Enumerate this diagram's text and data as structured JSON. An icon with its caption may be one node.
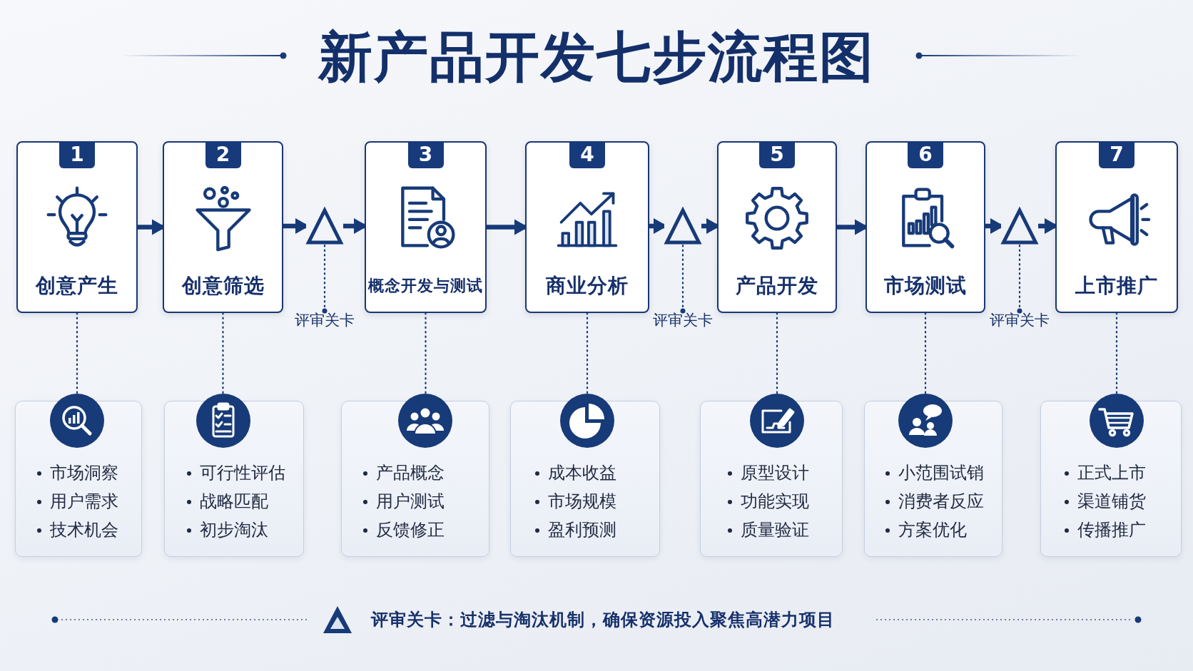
{
  "diagram": {
    "title": "新产品开发七步流程图",
    "nodes": [
      {
        "text": [
          "1",
          "创意产生"
        ]
      },
      {
        "text": [
          "2",
          "创意筛选"
        ]
      },
      {
        "text": [],
        "shape": "triangle"
      },
      {
        "text": [
          "评审关卡"
        ]
      },
      {
        "text": [
          "3",
          "概念开发与测试"
        ]
      },
      {
        "text": [
          "4",
          "商业分析"
        ]
      },
      {
        "text": [],
        "shape": "triangle"
      },
      {
        "text": [
          "评审关卡"
        ]
      },
      {
        "text": [
          "5",
          "产品开发"
        ]
      },
      {
        "text": [
          "6",
          "市场测试"
        ]
      },
      {
        "text": [],
        "shape": "triangle"
      },
      {
        "text": [
          "评审关卡"
        ]
      },
      {
        "text": [
          "7",
          "上市推广"
        ]
      },
      {
        "text": [
          "市场洞察",
          "用户需求",
          "技术机会"
        ]
      },
      {
        "text": [
          "可行性评估",
          "战略匹配",
          "初步淘汰"
        ]
      },
      {
        "text": [
          "产品概念",
          "用户测试",
          "反馈修正"
        ]
      },
      {
        "text": [
          "成本收益",
          "市场规模",
          "盈利预测"
        ]
      },
      {
        "text": [
          "原型设计",
          "功能实现",
          "质量验证"
        ]
      },
      {
        "text": [
          "小范围试销",
          "消费者反应",
          "方案优化"
        ]
      },
      {
        "text": [
          "正式上市",
          "渠道铺货",
          "传播推广"
        ]
      }
    ],
    "edges": [
      {
        "from": 0,
        "to": 1,
        "arrow": "to",
        "style": "thick"
      },
      {
        "from": 1,
        "to": 2,
        "arrow": "to",
        "style": "thick"
      },
      {
        "from": 2,
        "to": 4,
        "arrow": "to",
        "style": "thick"
      },
      {
        "from": 4,
        "to": 5,
        "arrow": "to",
        "style": "thick"
      },
      {
        "from": 5,
        "to": 6,
        "arrow": "to",
        "style": "thick"
      },
      {
        "from": 6,
        "to": 8,
        "arrow": "to",
        "style": "thick"
      },
      {
        "from": 8,
        "to": 9,
        "arrow": "to",
        "style": "thick"
      },
      {
        "from": 9,
        "to": 10,
        "arrow": "to",
        "style": "thick"
      },
      {
        "from": 10,
        "to": 12,
        "arrow": "to",
        "style": "thick"
      },
      {
        "from": 2,
        "to": 3,
        "arrow": "other",
        "style": "dashed"
      },
      {
        "from": 6,
        "to": 7,
        "arrow": "other",
        "style": "dashed"
      },
      {
        "from": 10,
        "to": 11,
        "arrow": "other",
        "style": "dashed"
      },
      {
        "from": 0,
        "to": 13,
        "arrow": "none",
        "style": "dashed"
      },
      {
        "from": 1,
        "to": 14,
        "arrow": "none",
        "style": "dashed"
      },
      {
        "from": 4,
        "to": 15,
        "arrow": "none",
        "style": "dashed"
      },
      {
        "from": 5,
        "to": 16,
        "arrow": "none",
        "style": "dashed"
      },
      {
        "from": 8,
        "to": 17,
        "arrow": "none",
        "style": "dashed"
      },
      {
        "from": 9,
        "to": 18,
        "arrow": "none",
        "style": "dashed"
      },
      {
        "from": 12,
        "to": 19,
        "arrow": "none",
        "style": "dashed"
      }
    ],
    "legend": [
      {
        "text": "评审关卡：过滤与淘汰机制，确保资源投入聚焦高潜力项目"
      }
    ]
  }
}
